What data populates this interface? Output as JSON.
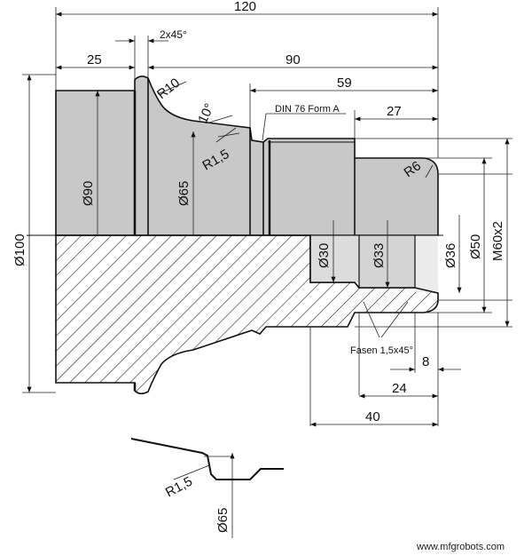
{
  "dimensions": {
    "overall_length": "120",
    "chamfer": "2x45°",
    "flange_width": "25",
    "length_90": "90",
    "length_59": "59",
    "thread_length": "27",
    "right_40": "40",
    "right_24": "24",
    "right_8": "8"
  },
  "radii": {
    "r10": "R10",
    "r15": "R1,5",
    "r6": "R6",
    "detail_r15": "R1,5"
  },
  "angle": "10°",
  "diameters": {
    "d100": "Ø100",
    "d90": "Ø90",
    "d65": "Ø65",
    "d30": "Ø30",
    "d33": "Ø33",
    "d36": "Ø36",
    "d50": "Ø50",
    "thread": "M60x2",
    "detail_d65": "Ø65"
  },
  "notes": {
    "undercut": "DIN 76 Form A",
    "bevels": "Fasen 1,5x45°"
  },
  "watermark": "www.mfgrobots.com"
}
